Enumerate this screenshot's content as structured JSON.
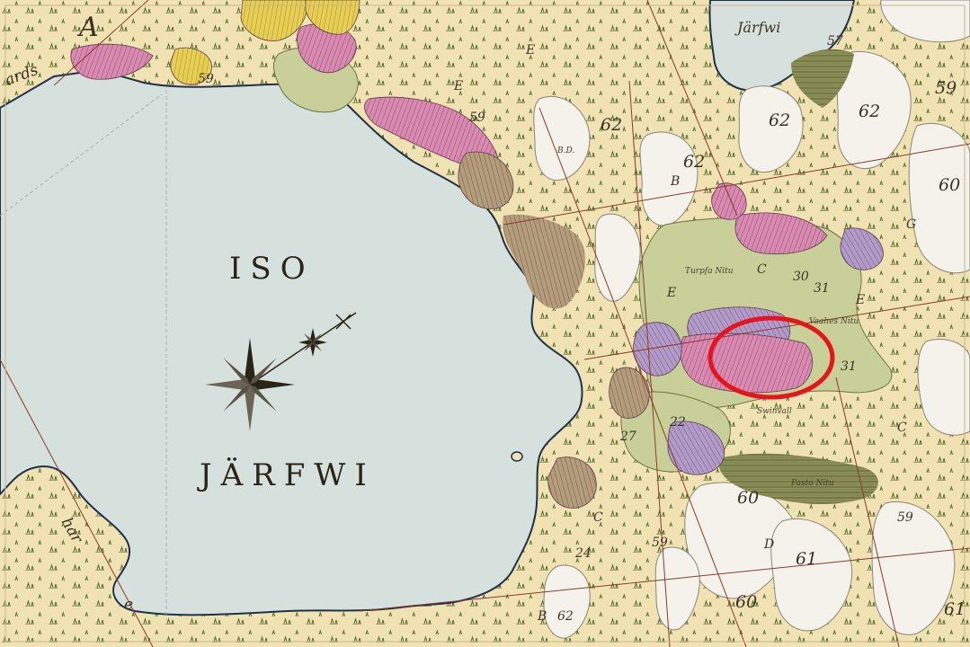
{
  "lakes": {
    "main_name_line1": "ISO",
    "main_name_line2": "JÄRFWI",
    "north_name": "Järfwi"
  },
  "edge_labels": {
    "top_left_letter": "A",
    "top_left_fragment": "ards",
    "bottom_left_fragment_1": "har",
    "bottom_left_fragment_2": "e"
  },
  "place_labels": {
    "field_1": "Turpfa Nitu",
    "field_2": "Vaahes Nitu",
    "field_3": "Swinvall",
    "field_4": "Pasto Nitu",
    "field_5": "B.D."
  },
  "parcel_numbers": {
    "n1": "59",
    "n2": "62",
    "n3": "62",
    "n4": "62",
    "n5": "60",
    "n6": "59",
    "n7": "59",
    "n8": "30",
    "n9": "31",
    "n10": "31",
    "n11": "22",
    "n12": "27",
    "n13": "60",
    "n14": "61",
    "n15": "60",
    "n16": "61",
    "n17": "59",
    "n18": "59",
    "n19": "62",
    "n20": "57",
    "n21": "62",
    "n22": "24"
  },
  "letters": {
    "l1": "E",
    "l2": "E",
    "l3": "C",
    "l4": "B",
    "l5": "E",
    "l6": "C",
    "l7": "G",
    "l8": "D",
    "l9": "B",
    "l10": "C",
    "l11": "E"
  },
  "highlight": {
    "color": "#e8141b",
    "shape": "ellipse"
  },
  "colors": {
    "paper": "#f1e2b3",
    "lake": "#d6e1de",
    "shore": "#20324a",
    "meadow": "#c8cf98",
    "field_pink": "#d98ab0",
    "field_purple": "#a890c4",
    "field_yellow": "#e6cf54",
    "forest": "#848a52",
    "rock": "#f4f2ea"
  }
}
